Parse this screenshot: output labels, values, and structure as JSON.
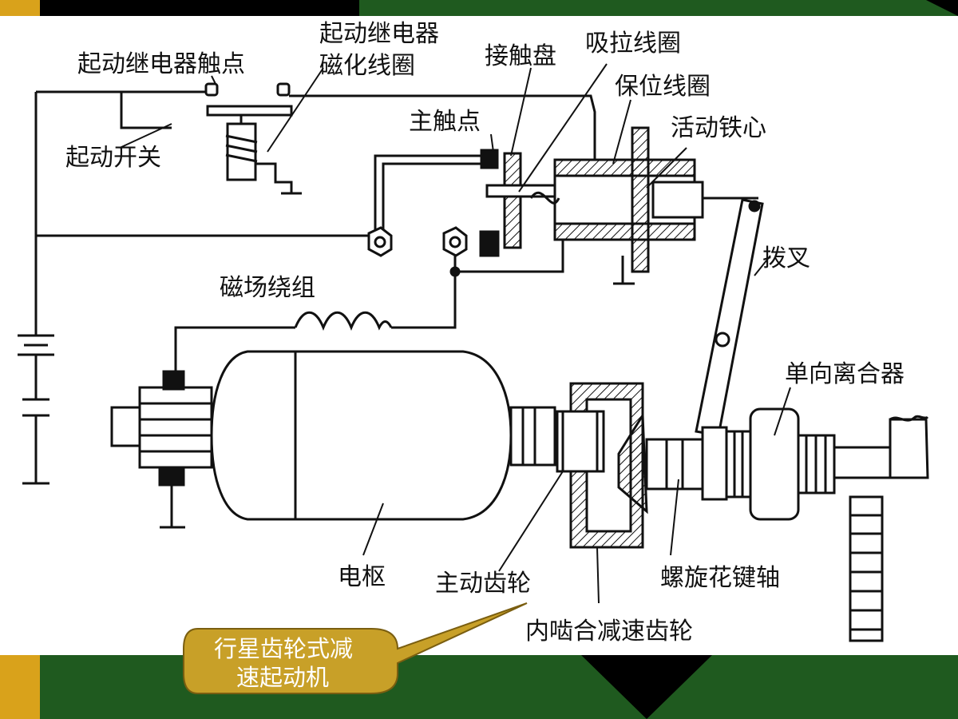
{
  "slide": {
    "colors": {
      "green": "#1f5a1f",
      "gold": "#d9a21b",
      "white": "#ffffff",
      "black": "#000000",
      "callout_fill": "#c8a028"
    }
  },
  "diagram": {
    "labels": {
      "relay_contact": "起动继电器触点",
      "relay_coil_line1": "起动继电器",
      "relay_coil_line2": "磁化线圈",
      "contact_disc": "接触盘",
      "pull_coil": "吸拉线圈",
      "hold_coil": "保位线圈",
      "main_contact": "主触点",
      "movable_core": "活动铁心",
      "start_switch": "起动开关",
      "shift_fork": "拨叉",
      "field_winding": "磁场绕组",
      "one_way_clutch": "单向离合器",
      "armature": "电枢",
      "drive_gear": "主动齿轮",
      "helical_spline_shaft": "螺旋花键轴",
      "internal_reduction_gear": "内啮合减速齿轮"
    },
    "callout": {
      "line1": "行星齿轮式减",
      "line2": "速起动机"
    }
  }
}
